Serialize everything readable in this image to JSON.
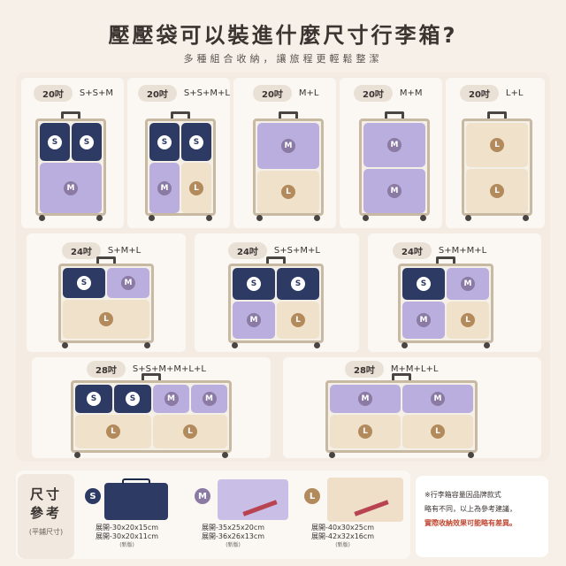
{
  "title": "壓壓袋可以裝進什麼尺寸行李箱?",
  "subtitle": "多種組合收納，讓旅程更輕鬆整潔",
  "row1": [
    {
      "size": "20吋",
      "combo": "S+S+M"
    },
    {
      "size": "20吋",
      "combo": "S+S+M+L"
    },
    {
      "size": "20吋",
      "combo": "M+L"
    },
    {
      "size": "20吋",
      "combo": "M+M"
    },
    {
      "size": "20吋",
      "combo": "L+L"
    }
  ],
  "row2": [
    {
      "size": "24吋",
      "combo": "S+M+L"
    },
    {
      "size": "24吋",
      "combo": "S+S+M+L"
    },
    {
      "size": "24吋",
      "combo": "S+M+M+L"
    }
  ],
  "row3": [
    {
      "size": "28吋",
      "combo": "S+S+M+M+L+L"
    },
    {
      "size": "28吋",
      "combo": "M+M+L+L"
    }
  ],
  "letters": {
    "S": "S",
    "M": "M",
    "L": "L"
  },
  "size_ref": {
    "line1": "尺寸",
    "line2": "參考",
    "line3": "(平鋪尺寸)"
  },
  "specs": {
    "S": {
      "open": "展開-30x20x15cm",
      "closed": "展開-30x20x11cm",
      "note": "(新版)"
    },
    "M": {
      "open": "展開-35x25x20cm",
      "closed": "展開-36x26x13cm",
      "note": "(新版)"
    },
    "L": {
      "open": "展開-40x30x25cm",
      "closed": "展開-42x32x16cm",
      "note": "(新版)"
    }
  },
  "note": {
    "line1": "※行李箱容量因品牌款式",
    "line2": "略有不同，以上為參考建議，",
    "line3": "實際收納效果可能略有差異。"
  },
  "colors": {
    "S": "#2c3a64",
    "M": "#b9aedd",
    "L": "#f0e2ca",
    "accent_red": "#c24a34"
  }
}
